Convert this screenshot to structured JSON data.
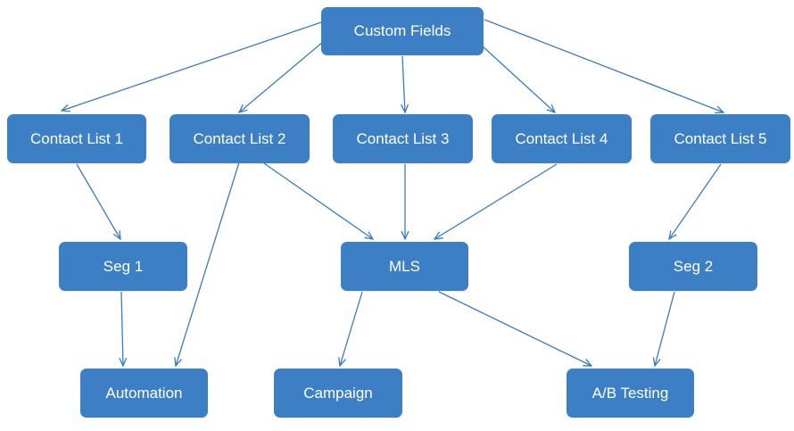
{
  "colors": {
    "node_fill": "#3d7fc4",
    "node_text": "#ffffff",
    "edge": "#3a7bbf"
  },
  "nodes": {
    "custom_fields": "Custom Fields",
    "contact_list_1": "Contact List 1",
    "contact_list_2": "Contact List 2",
    "contact_list_3": "Contact List 3",
    "contact_list_4": "Contact List 4",
    "contact_list_5": "Contact List 5",
    "seg_1": "Seg 1",
    "mls": "MLS",
    "seg_2": "Seg 2",
    "automation": "Automation",
    "campaign": "Campaign",
    "ab_testing": "A/B Testing"
  },
  "edges": [
    {
      "from": "custom_fields",
      "to": "contact_list_1"
    },
    {
      "from": "custom_fields",
      "to": "contact_list_2"
    },
    {
      "from": "custom_fields",
      "to": "contact_list_3"
    },
    {
      "from": "custom_fields",
      "to": "contact_list_4"
    },
    {
      "from": "custom_fields",
      "to": "contact_list_5"
    },
    {
      "from": "contact_list_1",
      "to": "seg_1"
    },
    {
      "from": "contact_list_2",
      "to": "automation"
    },
    {
      "from": "contact_list_2",
      "to": "mls"
    },
    {
      "from": "contact_list_3",
      "to": "mls"
    },
    {
      "from": "contact_list_4",
      "to": "mls"
    },
    {
      "from": "contact_list_5",
      "to": "seg_2"
    },
    {
      "from": "seg_1",
      "to": "automation"
    },
    {
      "from": "mls",
      "to": "campaign"
    },
    {
      "from": "mls",
      "to": "ab_testing"
    },
    {
      "from": "seg_2",
      "to": "ab_testing"
    }
  ]
}
